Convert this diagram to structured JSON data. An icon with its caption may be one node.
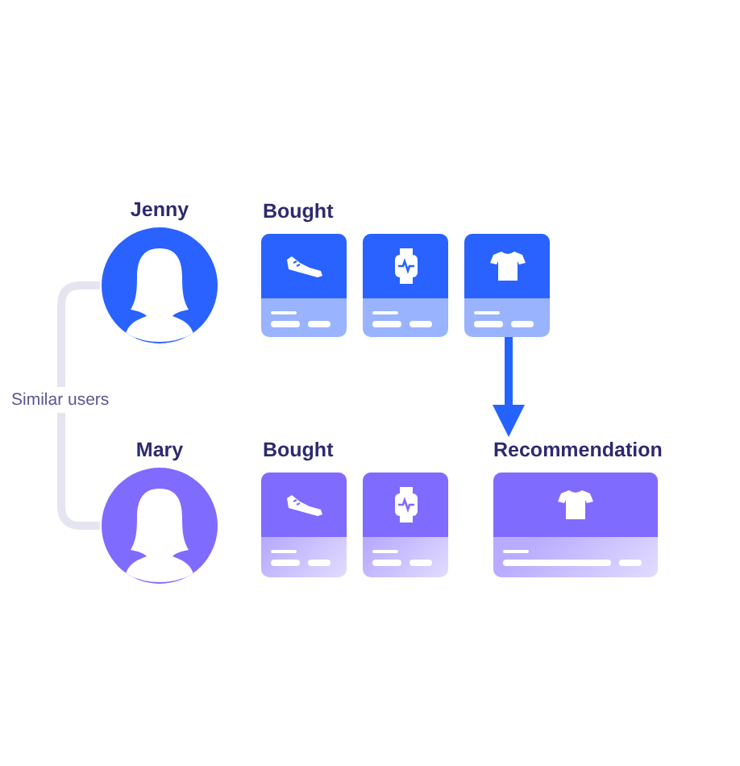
{
  "diagram": {
    "nodes": [
      {
        "text": [
          "Jenny"
        ]
      },
      {
        "text": [],
        "shape": "box"
      },
      {
        "text": [],
        "shape": "box"
      },
      {
        "text": [],
        "shape": "box"
      },
      {
        "text": [
          "Mary"
        ]
      },
      {
        "text": [],
        "shape": "box"
      },
      {
        "text": [],
        "shape": "box"
      },
      {
        "text": [
          "Recommendation"
        ]
      }
    ],
    "edges": [
      {
        "from": 0,
        "to": 4,
        "arrow": "none",
        "label": "Similar users",
        "color": "#e4e5ee"
      },
      {
        "from": 3,
        "to": 7,
        "arrow": "to",
        "color": "#2563ff"
      }
    ],
    "labels": [
      "Bought",
      "Bought"
    ]
  }
}
